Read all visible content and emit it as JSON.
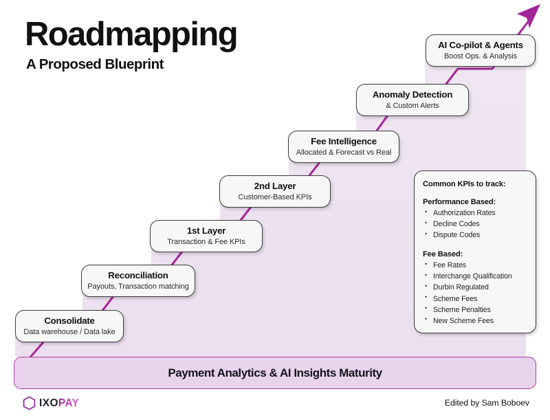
{
  "header": {
    "title": "Roadmapping",
    "subtitle": "A Proposed Blueprint"
  },
  "steps": [
    {
      "title": "Consolidate",
      "subtitle": "Data warehouse / Data lake"
    },
    {
      "title": "Reconciliation",
      "subtitle": "Payouts, Transaction matching"
    },
    {
      "title": "1st Layer",
      "subtitle": "Transaction & Fee KPIs"
    },
    {
      "title": "2nd Layer",
      "subtitle": "Customer-Based KPIs"
    },
    {
      "title": "Fee Intelligence",
      "subtitle": "Allocated & Forecast vs Real"
    },
    {
      "title": "Anomaly Detection",
      "subtitle": "& Custom Alerts"
    },
    {
      "title": "AI Co-pilot & Agents",
      "subtitle": "Boost Ops. & Analysis"
    }
  ],
  "kpi_panel": {
    "heading": "Common KPIs to track:",
    "groups": [
      {
        "title": "Performance Based:",
        "items": [
          "Authorization Rates",
          "Decline Codes",
          "Dispute Codes"
        ]
      },
      {
        "title": "Fee Based:",
        "items": [
          "Fee Rates",
          "Interchange Qualification",
          "Durbin Regulated",
          "Scheme Fees",
          "Scheme Penalties",
          "New Scheme Fees"
        ]
      }
    ]
  },
  "footer": {
    "maturity_label": "Payment Analytics & AI Insights Maturity",
    "credit": "Edited by Sam Boboev",
    "logo": {
      "mark": "hexagon-icon",
      "text_primary": "IXO",
      "text_accent": "PAY"
    }
  },
  "colors": {
    "accent_magenta": "#a8289b",
    "arrow_magenta": "#a3259a",
    "stair_fill": "#ede3f0",
    "footer_fill": "#e9d3ec",
    "footer_border": "#a83ba0",
    "card_fill": "#f7f7f7",
    "card_border": "#3a3a3a",
    "text_dark": "#111111"
  }
}
